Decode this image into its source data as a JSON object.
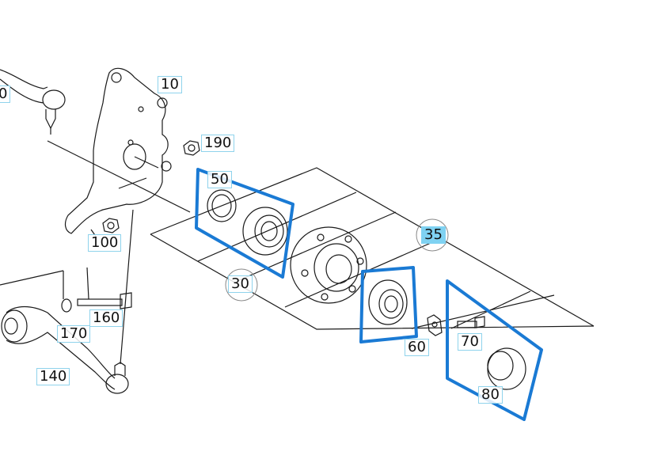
{
  "diagram": {
    "part_numbers": {
      "p10": "10",
      "p190": "190",
      "p50": "50",
      "p35": "35",
      "p100": "100",
      "p30": "30",
      "p160": "160",
      "p170": "170",
      "p60": "60",
      "p70": "70",
      "p140": "140",
      "p80": "80",
      "p0": "0"
    },
    "highlight_color": "#1a7ad4",
    "label_highlight_color": "#7fd2f2"
  }
}
